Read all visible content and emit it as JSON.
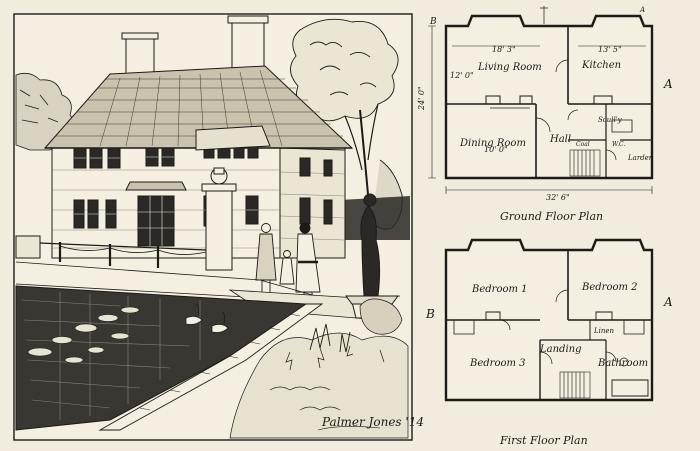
{
  "sketch": {
    "signature": "Palmer Jones '14"
  },
  "ground_floor": {
    "caption": "Ground Floor Plan",
    "rooms": {
      "living": "Living Room",
      "kitchen": "Kitchen",
      "dining": "Dining Room",
      "hall": "Hall",
      "larder": "Larder",
      "scull": "Scull'y",
      "coal": "Coal",
      "wc": "W.C."
    },
    "dims": {
      "living_w": "18' 3\"",
      "kitchen_w": "13' 5\"",
      "living_d": "12' 0\"",
      "dining_d": "10' 0\"",
      "height": "24' 0\"",
      "width": "32' 6\""
    },
    "markers": {
      "a_top": "A",
      "b_left": "B",
      "a_right": "A"
    }
  },
  "first_floor": {
    "caption": "First Floor Plan",
    "rooms": {
      "bed1": "Bedroom 1",
      "bed2": "Bedroom 2",
      "bed3": "Bedroom 3",
      "landing": "Landing",
      "bathroom": "Bathroom",
      "linen": "Linen"
    },
    "markers": {
      "b_left": "B",
      "a_right": "A"
    }
  }
}
